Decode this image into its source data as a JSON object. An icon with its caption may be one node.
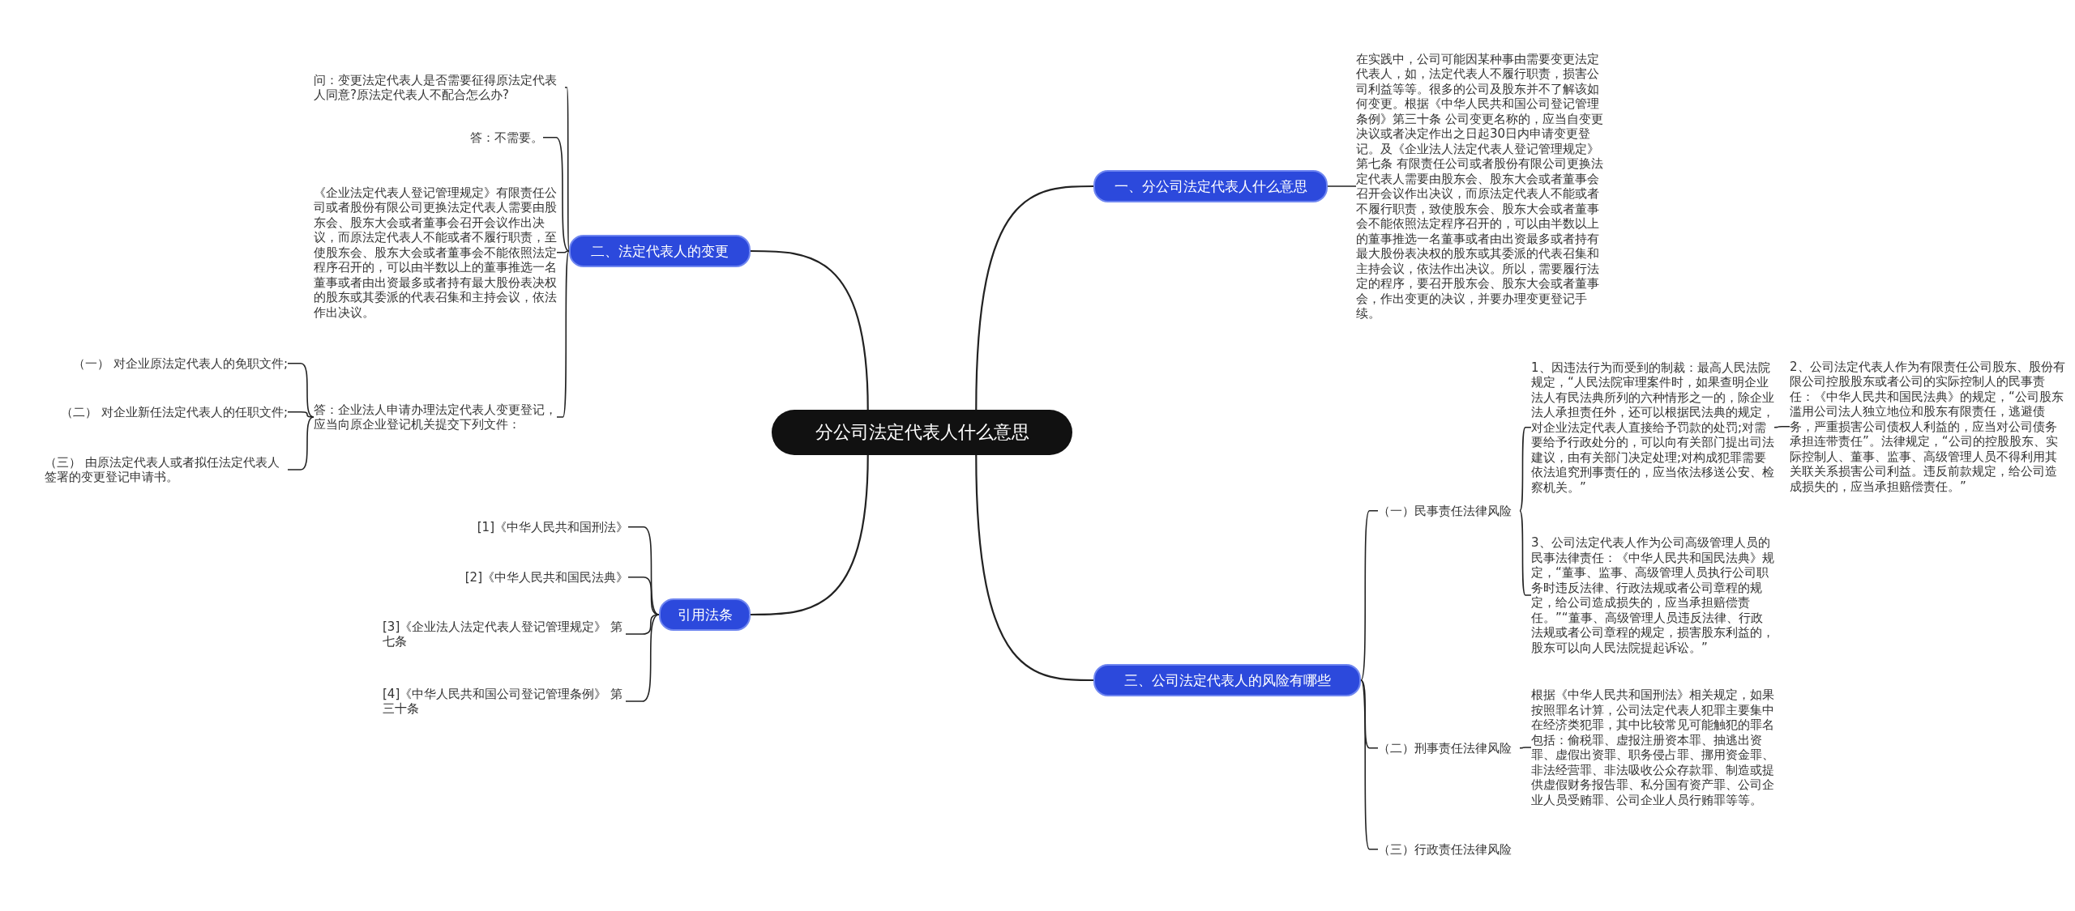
{
  "diagram": {
    "nodes": [
      {
        "text": [
          "分公司法定代表人什么意思"
        ]
      },
      {
        "text": [
          "一、分公司法定代表人什么意思"
        ]
      },
      {
        "text": [
          "在实践中，公司可能因某种事由需要变更法定代表人，如，法定代表人不履行职责，损害公司利益等等。很多的公司及股东并不了解该如何变更。根据《中华人民共和国公司登记管理条例》第三十条 公司变更名称的，应当自变更决议或者决定作出之日起30日内申请变更登记。及《企业法人法定代表人登记管理规定》第七条 有限责任公司或者股份有限公司更换法定代表人需要由股东会、股东大会或者董事会召开会议作出决议，而原法定代表人不能或者不履行职责，致使股东会、股东大会或者董事会不能依照法定程序召开的，可以由半数以上的董事推选一名董事或者由出资最多或者持有最大股份表决权的股东或其委派的代表召集和主持会议，依法作出决议。所以，需要履行法定的程序，要召开股东会、股东大会或者董事会，作出变更的决议，并要办理变更登记手续。"
        ]
      },
      {
        "text": [
          "二、法定代表人的变更"
        ]
      },
      {
        "text": [
          "问：变更法定代表人是否需要征得原法定代表人同意?原法定代表人不配合怎么办?"
        ]
      },
      {
        "text": [
          "答：不需要。"
        ]
      },
      {
        "text": [
          "《企业法定代表人登记管理规定》有限责任公司或者股份有限公司更换法定代表人需要由股东会、股东大会或者董事会召开会议作出决议，而原法定代表人不能或者不履行职责，至使股东会、股东大会或者董事会不能依照法定程序召开的，可以由半数以上的董事推选一名董事或者由出资最多或者持有最大股份表决权的股东或其委派的代表召集和主持会议，依法作出决议。"
        ]
      },
      {
        "text": [
          "答：企业法人申请办理法定代表人变更登记，应当向原企业登记机关提交下列文件："
        ]
      },
      {
        "text": [
          "（一） 对企业原法定代表人的免职文件;"
        ]
      },
      {
        "text": [
          "（二） 对企业新任法定代表人的任职文件;"
        ]
      },
      {
        "text": [
          "（三） 由原法定代表人或者拟任法定代表人签署的变更登记申请书。"
        ]
      },
      {
        "text": [
          "引用法条"
        ]
      },
      {
        "text": [
          "[1]《中华人民共和国刑法》"
        ]
      },
      {
        "text": [
          "[2]《中华人民共和国民法典》"
        ]
      },
      {
        "text": [
          "[3]《企业法人法定代表人登记管理规定》 第七条"
        ]
      },
      {
        "text": [
          "[4]《中华人民共和国公司登记管理条例》 第三十条"
        ]
      },
      {
        "text": [
          "三、公司法定代表人的风险有哪些"
        ]
      },
      {
        "text": [
          "（一）民事责任法律风险"
        ]
      },
      {
        "text": [
          "1、因违法行为而受到的制裁：最高人民法院规定，“人民法院审理案件时，如果查明企业法人有民法典所列的六种情形之一的，除企业法人承担责任外，还可以根据民法典的规定，对企业法定代表人直接给予罚款的处罚;对需要给予行政处分的，可以向有关部门提出司法建议，由有关部门决定处理;对构成犯罪需要依法追究刑事责任的，应当依法移送公安、检察机关。”"
        ]
      },
      {
        "text": [
          "2、公司法定代表人作为有限责任公司股东、股份有限公司控股股东或者公司的实际控制人的民事责任：《中华人民共和国民法典》的规定，“公司股东滥用公司法人独立地位和股东有限责任，逃避债务，严重损害公司债权人利益的，应当对公司债务承担连带责任”。法律规定，“公司的控股股东、实际控制人、董事、监事、高级管理人员不得利用其关联关系损害公司利益。违反前款规定，给公司造成损失的，应当承担赔偿责任。”"
        ]
      },
      {
        "text": [
          "3、公司法定代表人作为公司高级管理人员的民事法律责任：《中华人民共和国民法典》规定，“董事、监事、高级管理人员执行公司职务时违反法律、行政法规或者公司章程的规定，给公司造成损失的，应当承担赔偿责任。”“董事、高级管理人员违反法律、行政法规或者公司章程的规定，损害股东利益的，股东可以向人民法院提起诉讼。”"
        ]
      },
      {
        "text": [
          "（二）刑事责任法律风险"
        ]
      },
      {
        "text": [
          "根据《中华人民共和国刑法》相关规定，如果按照罪名计算，公司法定代表人犯罪主要集中在经济类犯罪，其中比较常见可能触犯的罪名包括：偷税罪、虚报注册资本罪、抽逃出资罪、虚假出资罪、职务侵占罪、挪用资金罪、非法经营罪、非法吸收公众存款罪、制造或提供虚假财务报告罪、私分国有资产罪、公司企业人员受贿罪、公司企业人员行贿罪等等。"
        ]
      },
      {
        "text": [
          "（三）行政责任法律风险"
        ]
      }
    ],
    "edges": [
      {
        "from": 0,
        "to": 1,
        "arrow": "none"
      },
      {
        "from": 1,
        "to": 2,
        "arrow": "none"
      },
      {
        "from": 0,
        "to": 3,
        "arrow": "none"
      },
      {
        "from": 3,
        "to": 4,
        "arrow": "none"
      },
      {
        "from": 3,
        "to": 5,
        "arrow": "none"
      },
      {
        "from": 3,
        "to": 6,
        "arrow": "none"
      },
      {
        "from": 3,
        "to": 7,
        "arrow": "none"
      },
      {
        "from": 7,
        "to": 8,
        "arrow": "none"
      },
      {
        "from": 7,
        "to": 9,
        "arrow": "none"
      },
      {
        "from": 7,
        "to": 10,
        "arrow": "none"
      },
      {
        "from": 0,
        "to": 11,
        "arrow": "none"
      },
      {
        "from": 11,
        "to": 12,
        "arrow": "none"
      },
      {
        "from": 11,
        "to": 13,
        "arrow": "none"
      },
      {
        "from": 11,
        "to": 14,
        "arrow": "none"
      },
      {
        "from": 11,
        "to": 15,
        "arrow": "none"
      },
      {
        "from": 0,
        "to": 16,
        "arrow": "none"
      },
      {
        "from": 16,
        "to": 17,
        "arrow": "none"
      },
      {
        "from": 16,
        "to": 21,
        "arrow": "none"
      },
      {
        "from": 16,
        "to": 23,
        "arrow": "none"
      },
      {
        "from": 17,
        "to": 18,
        "arrow": "none"
      },
      {
        "from": 17,
        "to": 20,
        "arrow": "none"
      },
      {
        "from": 18,
        "to": 19,
        "arrow": "none"
      },
      {
        "from": 21,
        "to": 22,
        "arrow": "none"
      }
    ]
  }
}
